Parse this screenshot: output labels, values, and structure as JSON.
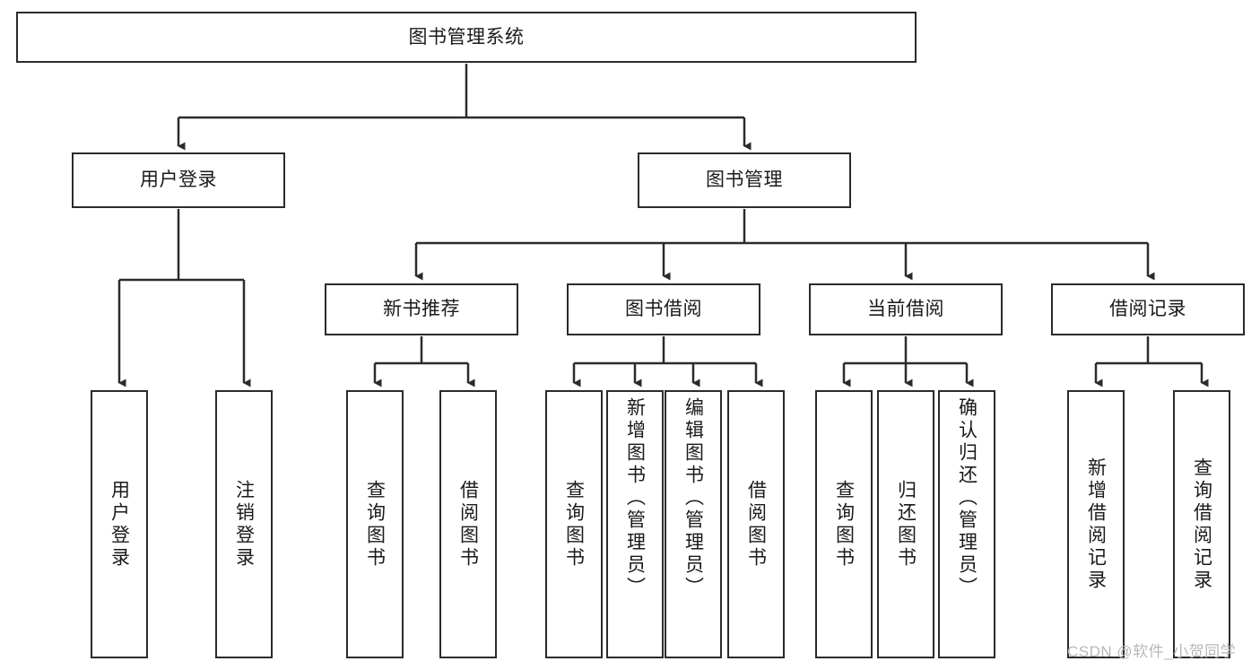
{
  "diagram": {
    "type": "hierarchy-tree",
    "title": "图书管理系统",
    "watermark": "CSDN @软件_小贺同学",
    "colors": {
      "stroke": "#2b2b2b",
      "fill": "#ffffff",
      "text": "#1a1a1a",
      "watermark": "#b8b8b8"
    },
    "levels": {
      "level1": [
        {
          "id": "root",
          "label": "图书管理系统"
        }
      ],
      "level2": [
        {
          "id": "user-login",
          "label": "用户登录",
          "parent": "root"
        },
        {
          "id": "book-mgmt",
          "label": "图书管理",
          "parent": "root"
        }
      ],
      "level3": [
        {
          "id": "new-book-rec",
          "label": "新书推荐",
          "parent": "book-mgmt"
        },
        {
          "id": "book-borrow",
          "label": "图书借阅",
          "parent": "book-mgmt"
        },
        {
          "id": "current-borrow",
          "label": "当前借阅",
          "parent": "book-mgmt"
        },
        {
          "id": "borrow-record",
          "label": "借阅记录",
          "parent": "book-mgmt"
        }
      ],
      "leaves": [
        {
          "id": "leaf-user-login",
          "label": "用户登录",
          "parent": "user-login"
        },
        {
          "id": "leaf-user-logout",
          "label": "注销登录",
          "parent": "user-login"
        },
        {
          "id": "leaf-rec-query",
          "label": "查询图书",
          "parent": "new-book-rec"
        },
        {
          "id": "leaf-rec-borrow",
          "label": "借阅图书",
          "parent": "new-book-rec"
        },
        {
          "id": "leaf-borrow-query",
          "label": "查询图书",
          "parent": "book-borrow"
        },
        {
          "id": "leaf-borrow-add",
          "label": "新增图书（管理员）",
          "parent": "book-borrow"
        },
        {
          "id": "leaf-borrow-edit",
          "label": "编辑图书（管理员）",
          "parent": "book-borrow"
        },
        {
          "id": "leaf-borrow-lend",
          "label": "借阅图书",
          "parent": "book-borrow"
        },
        {
          "id": "leaf-cur-query",
          "label": "查询图书",
          "parent": "current-borrow"
        },
        {
          "id": "leaf-cur-return",
          "label": "归还图书",
          "parent": "current-borrow"
        },
        {
          "id": "leaf-cur-confirm",
          "label": "确认归还（管理员）",
          "parent": "current-borrow"
        },
        {
          "id": "leaf-rec-add",
          "label": "新增借阅记录",
          "parent": "borrow-record"
        },
        {
          "id": "leaf-rec-query2",
          "label": "查询借阅记录",
          "parent": "borrow-record"
        }
      ]
    }
  }
}
